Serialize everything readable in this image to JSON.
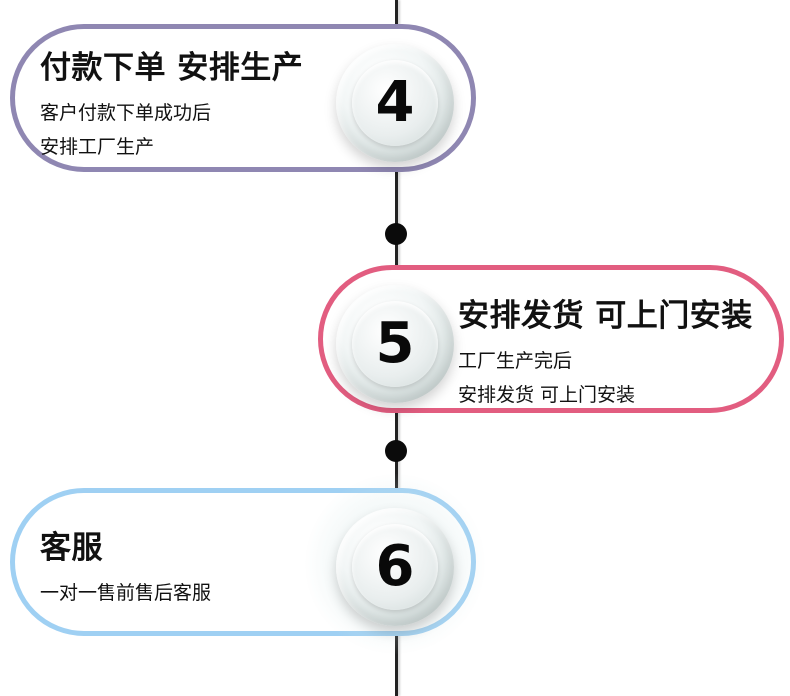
{
  "steps": [
    {
      "number": "4",
      "title": "付款下单 安排生产",
      "lines": [
        "客户付款下单成功后",
        "安排工厂生产"
      ],
      "border_color": "#8f87b2"
    },
    {
      "number": "5",
      "title": "安排发货 可上门安装",
      "lines": [
        "工厂生产完后",
        "安排发货 可上门安装"
      ],
      "border_color": "#e25d80"
    },
    {
      "number": "6",
      "title": "客服",
      "lines": [
        "一对一售前售后客服"
      ],
      "border_color": "#9fd0f3"
    }
  ],
  "timeline_color": "#222222"
}
